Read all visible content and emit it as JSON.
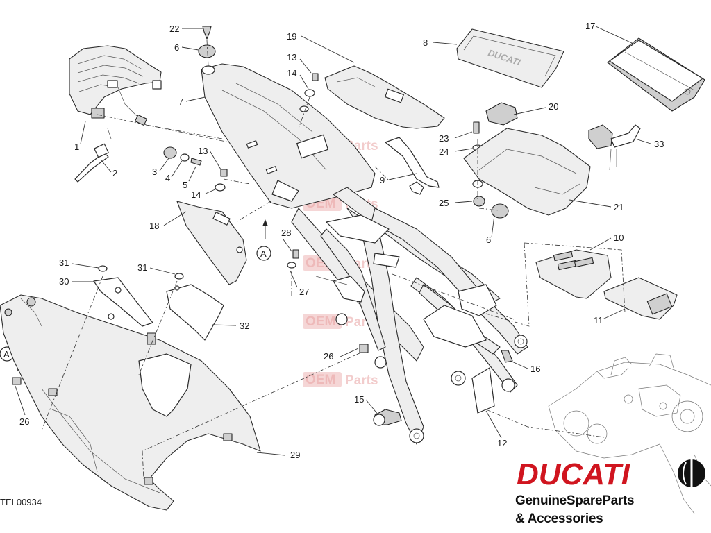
{
  "drawing_code": "TEL00934",
  "brand": {
    "logo_text": "DUCATI",
    "tagline_line1": "GenuineSpareParts",
    "tagline_line2": "& Accessories",
    "logo_color": "#d0151f"
  },
  "watermark": {
    "text_left": "OEM",
    "text_right": "Parts",
    "color": "#e9a3a3"
  },
  "section_marker": "A",
  "callouts": [
    {
      "id": "c22",
      "label": "22"
    },
    {
      "id": "c6a",
      "label": "6"
    },
    {
      "id": "c7",
      "label": "7"
    },
    {
      "id": "c19",
      "label": "19"
    },
    {
      "id": "c13a",
      "label": "13"
    },
    {
      "id": "c14a",
      "label": "14"
    },
    {
      "id": "c8",
      "label": "8"
    },
    {
      "id": "c17",
      "label": "17"
    },
    {
      "id": "c20",
      "label": "20"
    },
    {
      "id": "c23",
      "label": "23"
    },
    {
      "id": "c24",
      "label": "24"
    },
    {
      "id": "c33",
      "label": "33"
    },
    {
      "id": "c1",
      "label": "1"
    },
    {
      "id": "c2",
      "label": "2"
    },
    {
      "id": "c3",
      "label": "3"
    },
    {
      "id": "c4",
      "label": "4"
    },
    {
      "id": "c5",
      "label": "5"
    },
    {
      "id": "c13b",
      "label": "13"
    },
    {
      "id": "c14b",
      "label": "14"
    },
    {
      "id": "c9",
      "label": "9"
    },
    {
      "id": "c25",
      "label": "25"
    },
    {
      "id": "c21",
      "label": "21"
    },
    {
      "id": "c6b",
      "label": "6"
    },
    {
      "id": "c18",
      "label": "18"
    },
    {
      "id": "c28",
      "label": "28"
    },
    {
      "id": "c27",
      "label": "27"
    },
    {
      "id": "c10",
      "label": "10"
    },
    {
      "id": "c11",
      "label": "11"
    },
    {
      "id": "c31a",
      "label": "31"
    },
    {
      "id": "c30",
      "label": "30"
    },
    {
      "id": "c31b",
      "label": "31"
    },
    {
      "id": "c32",
      "label": "32"
    },
    {
      "id": "c26a",
      "label": "26"
    },
    {
      "id": "c16",
      "label": "16"
    },
    {
      "id": "c26b",
      "label": "26"
    },
    {
      "id": "c15",
      "label": "15"
    },
    {
      "id": "c12",
      "label": "12"
    },
    {
      "id": "c29",
      "label": "29"
    }
  ]
}
